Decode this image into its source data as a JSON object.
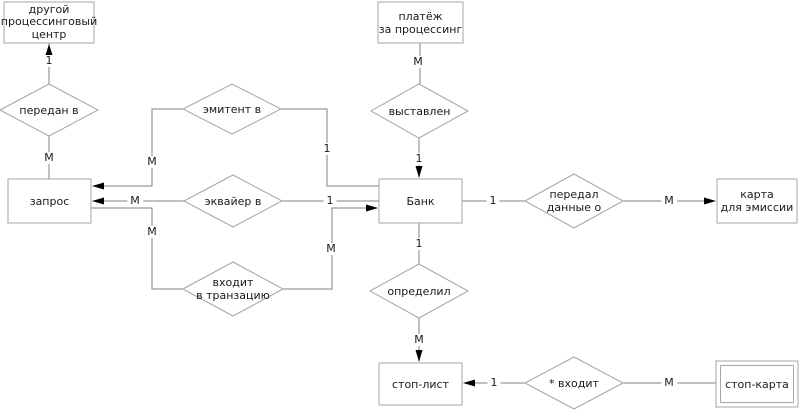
{
  "colors": {
    "background": "#ffffff",
    "connector_line": "#808080",
    "shape_border": "#a6a6a6",
    "text": "#1a1a1a",
    "arrowhead": "#000000"
  },
  "entities": {
    "other_center": {
      "line1": "другой",
      "line2": "процессинговый",
      "line3": "центр"
    },
    "payment": {
      "line1": "платёж",
      "line2": "за процессинг"
    },
    "request": {
      "label": "запрос"
    },
    "bank": {
      "label": "Банк"
    },
    "emission_card": {
      "line1": "карта",
      "line2": "для эмиссии"
    },
    "stop_list": {
      "label": "стоп-лист"
    },
    "stop_card": {
      "label": "стоп-карта"
    }
  },
  "relationships": {
    "peredan_v": {
      "label": "передан в"
    },
    "emitent_v": {
      "label": "эмитент в"
    },
    "vystavlen": {
      "label": "выставлен"
    },
    "ekvayer_v": {
      "label": "эквайер в"
    },
    "vkhodit_v_tranzatsiyu": {
      "line1": "входит",
      "line2": "в транзацию"
    },
    "peredal_dannye_o": {
      "line1": "передал",
      "line2": "данные о"
    },
    "opredelil": {
      "label": "определил"
    },
    "zvezdochka_vkhodit": {
      "label": "* входит"
    }
  },
  "cardinalities": {
    "peredan_v_center": "1",
    "peredan_v_request": "М",
    "emitent_v_request": "М",
    "emitent_v_bank": "1",
    "ekvayer_v_request": "М",
    "ekvayer_v_bank": "1",
    "vystavlen_payment": "М",
    "vystavlen_bank": "1",
    "tranzatsiya_request": "М",
    "tranzatsiya_bank": "М",
    "peredal_bank": "1",
    "peredal_card": "М",
    "opredelil_bank": "1",
    "opredelil_stop_list": "М",
    "vkhodit_stop_list": "1",
    "vkhodit_stop_card": "М"
  }
}
